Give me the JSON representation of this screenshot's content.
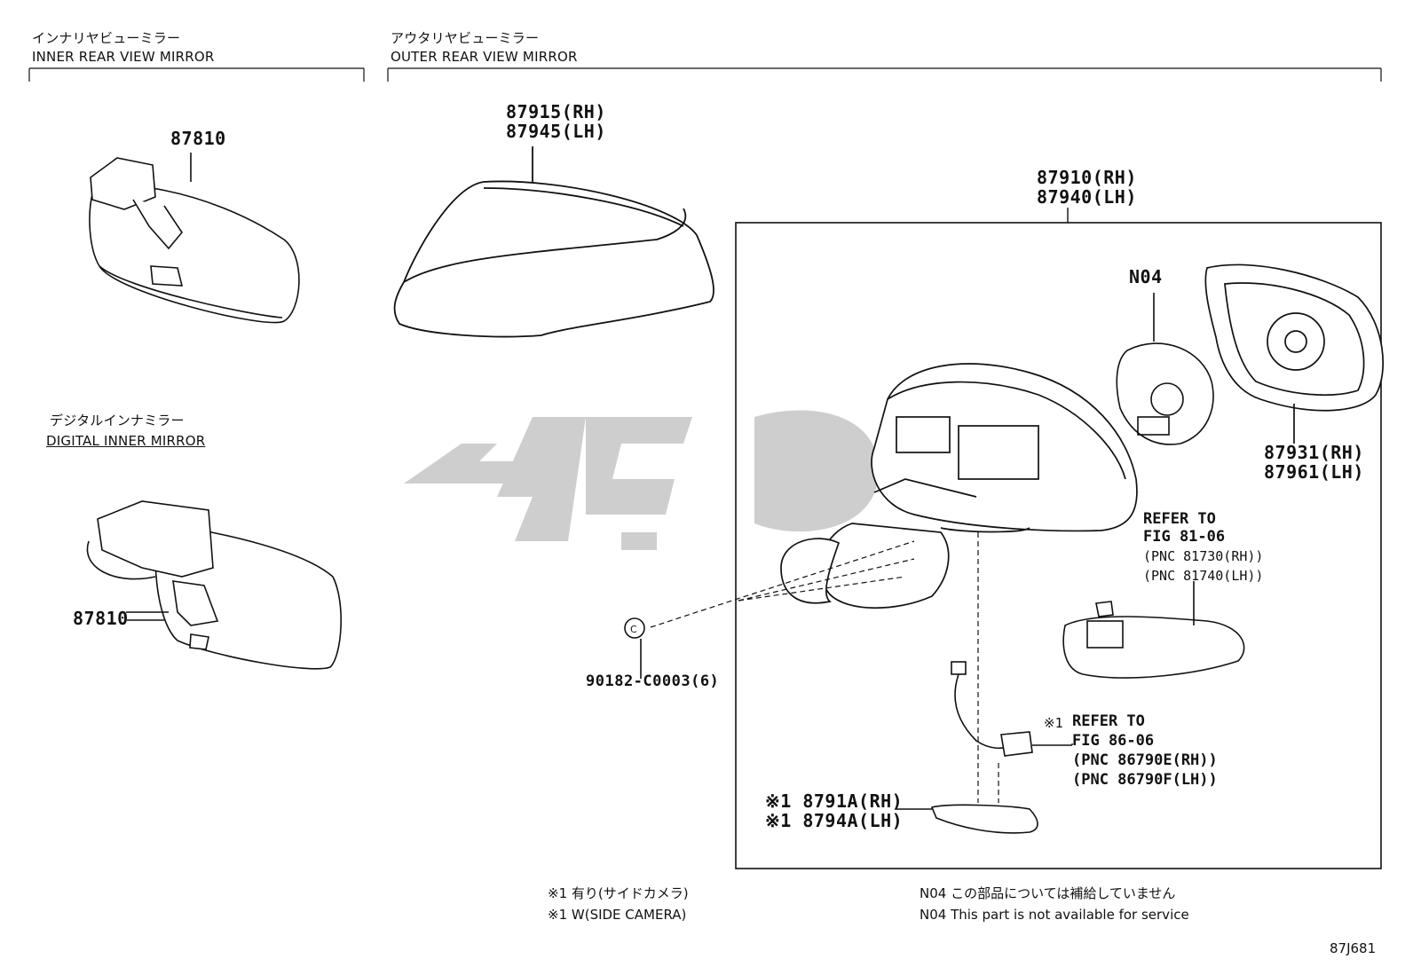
{
  "sections": {
    "inner": {
      "jp": "インナリヤビューミラー",
      "en": "INNER REAR VIEW MIRROR"
    },
    "outer": {
      "jp": "アウタリヤビューミラー",
      "en": "OUTER REAR VIEW MIRROR"
    },
    "digital": {
      "jp": "デジタルインナミラー",
      "en": "DIGITAL INNER MIRROR"
    }
  },
  "parts": {
    "inner_mirror": "87810",
    "digital_mirror": "87810",
    "cover_rh": "87915(RH)",
    "cover_lh": "87945(LH)",
    "assy_rh": "87910(RH)",
    "assy_lh": "87940(LH)",
    "n04": "N04",
    "mirror_rh": "87931(RH)",
    "mirror_lh": "87961(LH)",
    "clip": "90182-C0003(6)",
    "cam_cover_rh": "※1 8791A(RH)",
    "cam_cover_lh": "※1 8794A(LH)"
  },
  "refs": {
    "lamp": {
      "line1": "REFER TO",
      "line2": "FIG 81-06",
      "pnc1": "(PNC 81730(RH))",
      "pnc2": "(PNC 81740(LH))"
    },
    "camera": {
      "mark": "※1",
      "line1": "REFER TO",
      "line2": "FIG 86-06",
      "pnc1": "(PNC 86790E(RH))",
      "pnc2": "(PNC 86790F(LH))"
    }
  },
  "notes": {
    "n1_jp": "※1 有り(サイドカメラ)",
    "n1_en": "※1 W(SIDE CAMERA)",
    "n2_jp": "N04 この部品については補給していません",
    "n2_en": "N04 This part is not available for service"
  },
  "figure_code": "87J681",
  "colors": {
    "line": "#111111",
    "watermark": "#c9c9c9"
  }
}
